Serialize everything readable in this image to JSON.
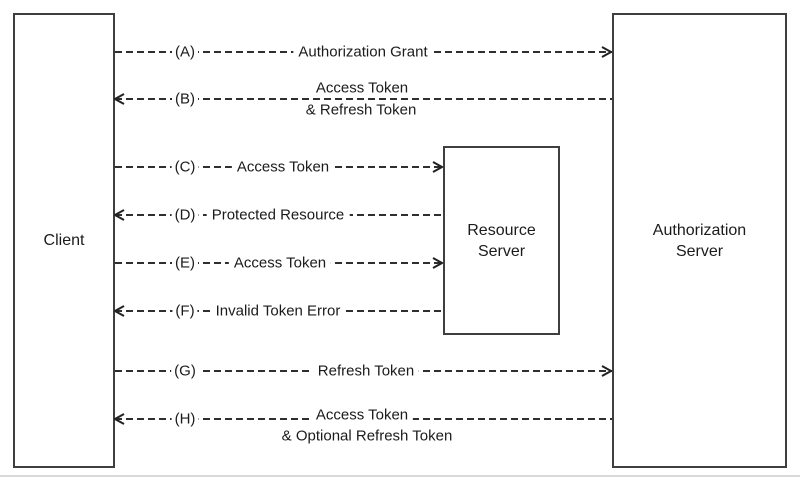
{
  "boxes": {
    "client": {
      "label": "Client"
    },
    "resource_server": {
      "label": "Resource Server"
    },
    "authorization_server": {
      "label": "Authorization Server"
    }
  },
  "messages": [
    {
      "step": "(A)",
      "label": "Authorization Grant",
      "direction": "right",
      "from": "client",
      "to": "authorization_server"
    },
    {
      "step": "(B)",
      "label": "Access Token",
      "label2": "& Refresh Token",
      "direction": "left",
      "from": "authorization_server",
      "to": "client"
    },
    {
      "step": "(C)",
      "label": "Access Token",
      "direction": "right",
      "from": "client",
      "to": "resource_server"
    },
    {
      "step": "(D)",
      "label": "Protected Resource",
      "direction": "left",
      "from": "resource_server",
      "to": "client"
    },
    {
      "step": "(E)",
      "label": "Access Token",
      "direction": "right",
      "from": "client",
      "to": "resource_server"
    },
    {
      "step": "(F)",
      "label": "Invalid Token Error",
      "direction": "left",
      "from": "resource_server",
      "to": "client"
    },
    {
      "step": "(G)",
      "label": "Refresh Token",
      "direction": "right",
      "from": "client",
      "to": "authorization_server"
    },
    {
      "step": "(H)",
      "label": "Access Token",
      "label2": "& Optional Refresh Token",
      "direction": "left",
      "from": "authorization_server",
      "to": "client"
    }
  ],
  "colors": {
    "line": "#2f2f2f",
    "box_border": "#3f3f3f",
    "text": "#1b1b1b",
    "bottom_rule": "#d9d9d9"
  }
}
